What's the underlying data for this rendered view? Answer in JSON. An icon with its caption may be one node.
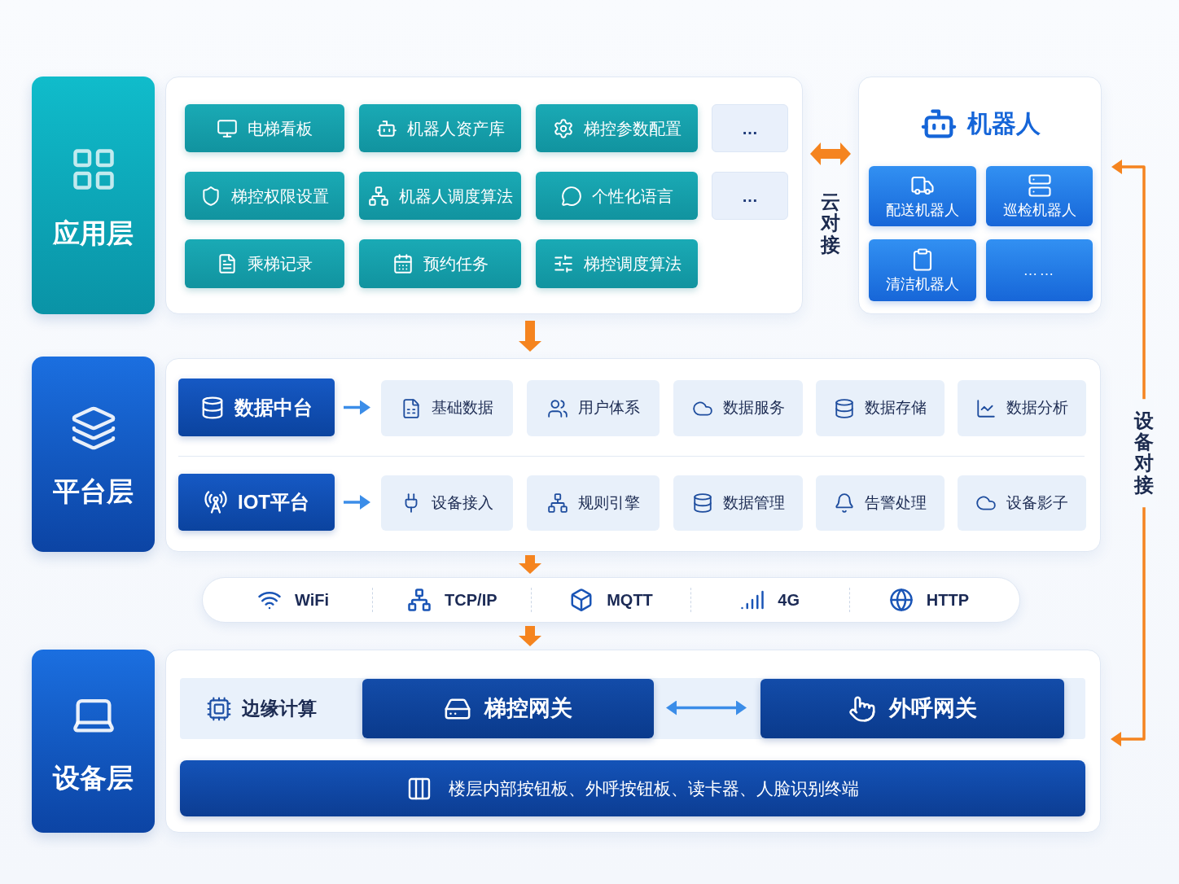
{
  "diagram": {
    "nodes": [
      {
        "text": [
          "应用层"
        ]
      },
      {
        "text": [],
        "shape": "box"
      },
      {
        "text": [
          "电梯看板"
        ],
        "in": 1
      },
      {
        "text": [
          "机器人资产库"
        ],
        "in": 1
      },
      {
        "text": [
          "梯控参数配置"
        ],
        "in": 1
      },
      {
        "text": [
          "…"
        ],
        "in": 1
      },
      {
        "text": [
          "梯控权限设置"
        ],
        "in": 1
      },
      {
        "text": [
          "机器人调度算法"
        ],
        "in": 1
      },
      {
        "text": [
          "个性化语言"
        ],
        "in": 1
      },
      {
        "text": [
          "…"
        ],
        "in": 1
      },
      {
        "text": [
          "乘梯记录"
        ],
        "in": 1
      },
      {
        "text": [
          "预约任务"
        ],
        "in": 1
      },
      {
        "text": [
          "梯控调度算法"
        ],
        "in": 1
      },
      {
        "text": [
          "机器人"
        ]
      },
      {
        "text": [
          "配送机器人"
        ],
        "in": 13
      },
      {
        "text": [
          "巡检机器人"
        ],
        "in": 13
      },
      {
        "text": [
          "清洁机器人"
        ],
        "in": 13
      },
      {
        "text": [
          "……"
        ],
        "in": 13
      },
      {
        "text": [
          "平台层"
        ]
      },
      {
        "text": [],
        "shape": "box"
      },
      {
        "text": [
          "数据中台"
        ],
        "in": 19
      },
      {
        "text": [
          "基础数据"
        ],
        "in": 19
      },
      {
        "text": [
          "用户体系"
        ],
        "in": 19
      },
      {
        "text": [
          "数据服务"
        ],
        "in": 19
      },
      {
        "text": [
          "数据存储"
        ],
        "in": 19
      },
      {
        "text": [
          "数据分析"
        ],
        "in": 19
      },
      {
        "text": [
          "IOT平台"
        ],
        "in": 19
      },
      {
        "text": [
          "设备接入"
        ],
        "in": 19
      },
      {
        "text": [
          "规则引擎"
        ],
        "in": 19
      },
      {
        "text": [
          "数据管理"
        ],
        "in": 19
      },
      {
        "text": [
          "告警处理"
        ],
        "in": 19
      },
      {
        "text": [
          "设备影子"
        ],
        "in": 19
      },
      {
        "text": [
          "WiFi",
          "TCP/IP",
          "MQTT",
          "4G",
          "HTTP"
        ]
      },
      {
        "text": [
          "设备层"
        ]
      },
      {
        "text": [],
        "shape": "box"
      },
      {
        "text": [
          "边缘计算"
        ],
        "in": 34
      },
      {
        "text": [
          "梯控网关"
        ],
        "in": 35
      },
      {
        "text": [
          "外呼网关"
        ],
        "in": 35
      },
      {
        "text": [
          "楼层内部按钮板、外呼按钮板、读卡器、人脸识别终端"
        ],
        "in": 34
      }
    ],
    "edges": [
      {
        "from": 1,
        "to": 13,
        "arrow": "both",
        "label": "云对接",
        "style": "thick"
      },
      {
        "from": 1,
        "to": 19,
        "arrow": "to",
        "style": "thick"
      },
      {
        "from": 19,
        "to": 32,
        "arrow": "to",
        "style": "thick"
      },
      {
        "from": 32,
        "to": 34,
        "arrow": "to",
        "style": "thick"
      },
      {
        "from": 20,
        "to": 21,
        "arrow": "to",
        "color": "#3b8de8"
      },
      {
        "from": 26,
        "to": 27,
        "arrow": "to",
        "color": "#3b8de8"
      },
      {
        "from": 36,
        "to": 37,
        "arrow": "both",
        "color": "#3b8de8"
      },
      {
        "from": 34,
        "to": 13,
        "arrow": "both",
        "label": "设备对接"
      }
    ]
  }
}
